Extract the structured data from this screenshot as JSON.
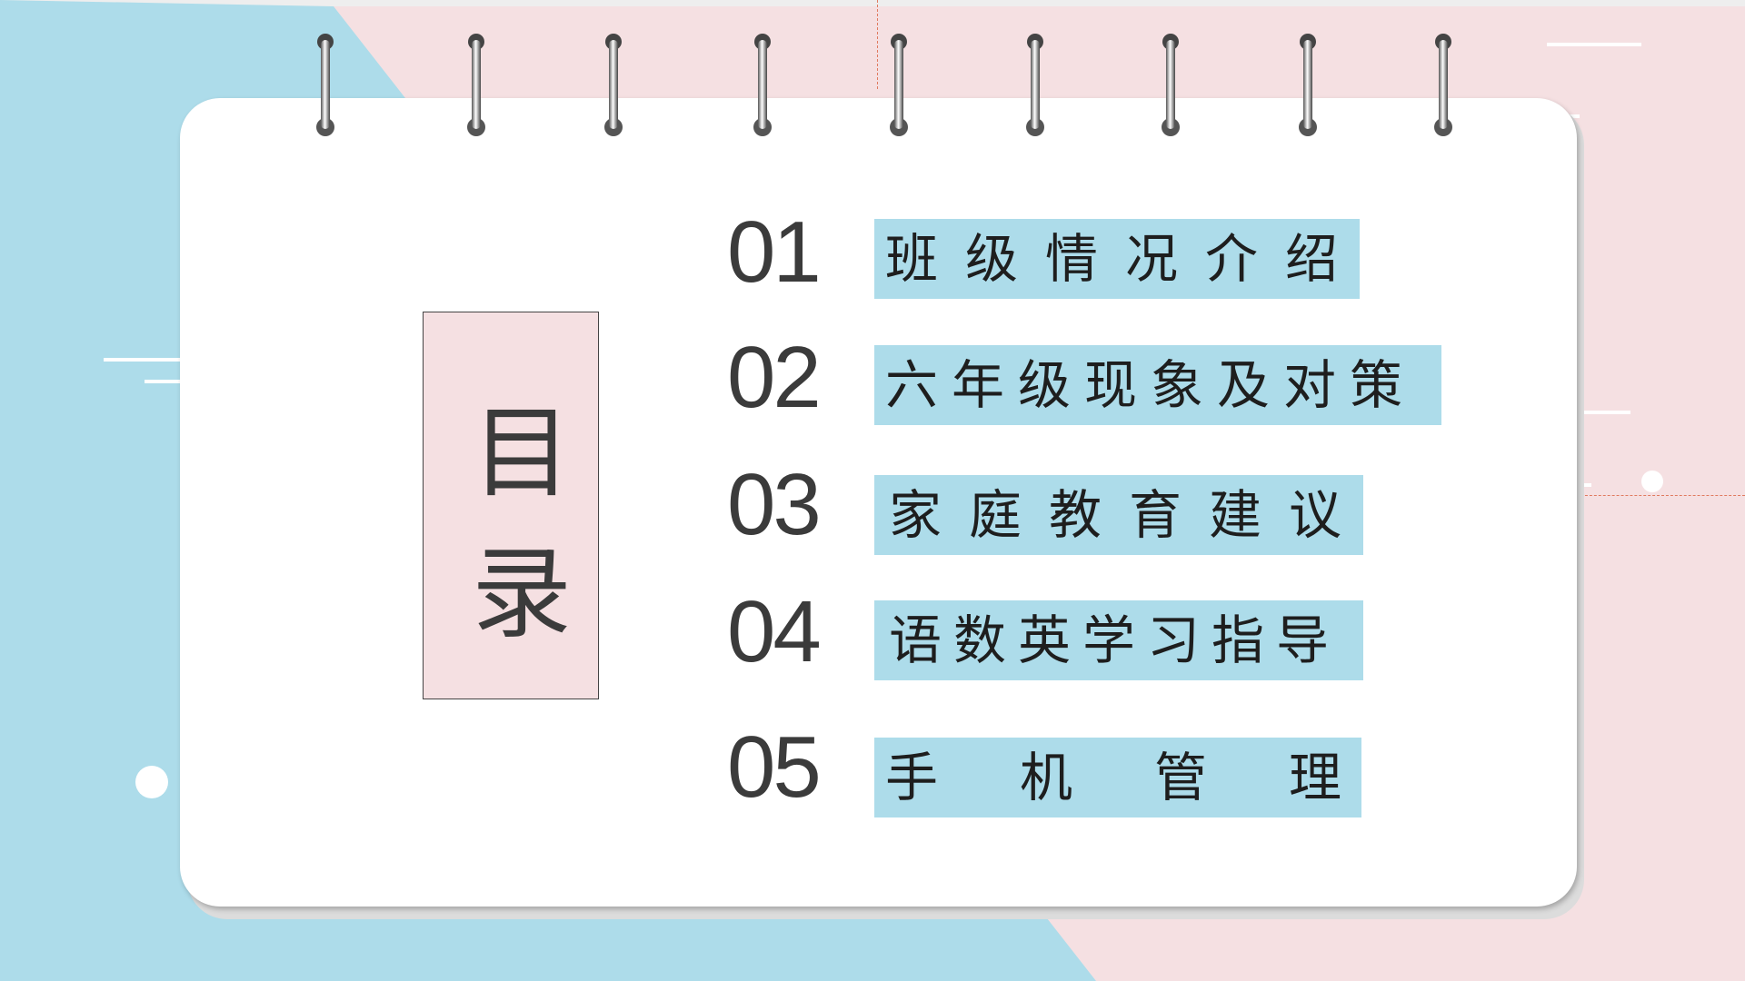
{
  "title": [
    "目",
    "录"
  ],
  "items": [
    {
      "number": "01",
      "label": "班级情况介绍"
    },
    {
      "number": "02",
      "label": "六年级现象及对策"
    },
    {
      "number": "03",
      "label": "家庭教育建议"
    },
    {
      "number": "04",
      "label": "语数英学习指导"
    },
    {
      "number": "05",
      "label": "手机管理"
    }
  ],
  "colors": {
    "blue": "#addcea",
    "pink": "#f5e0e2",
    "text": "#3b3b3b"
  }
}
